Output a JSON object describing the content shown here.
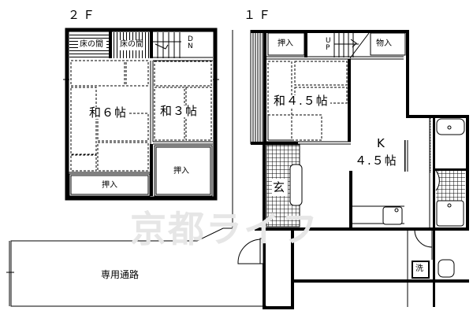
{
  "floors": {
    "second": {
      "label": "２Ｆ",
      "rooms": [
        {
          "id": "tokonoma-1",
          "label": "床の間"
        },
        {
          "id": "tokonoma-2",
          "label": "床の間"
        },
        {
          "id": "stairs-down",
          "label": "DN"
        },
        {
          "id": "washitsu-6",
          "label": "和６帖"
        },
        {
          "id": "washitsu-3",
          "label": "和３帖"
        },
        {
          "id": "oshiire-left",
          "label": "押入"
        },
        {
          "id": "oshiire-right",
          "label": "押入"
        }
      ]
    },
    "first": {
      "label": "１Ｆ",
      "rooms": [
        {
          "id": "oshiire",
          "label": "押入"
        },
        {
          "id": "stairs-up",
          "label": "UP"
        },
        {
          "id": "storage",
          "label": "物入"
        },
        {
          "id": "washitsu-45",
          "label": "和４.５帖"
        },
        {
          "id": "kitchen-k",
          "label": "K"
        },
        {
          "id": "kitchen-size",
          "label": "４.５帖"
        },
        {
          "id": "entrance",
          "label": "玄"
        },
        {
          "id": "laundry",
          "label": "洗"
        }
      ]
    }
  },
  "exterior": {
    "private_passage": "専用通路"
  },
  "watermark": "京都ライフ",
  "colors": {
    "wall": "#000000",
    "background": "#ffffff",
    "watermark": "#e6e6e6"
  }
}
